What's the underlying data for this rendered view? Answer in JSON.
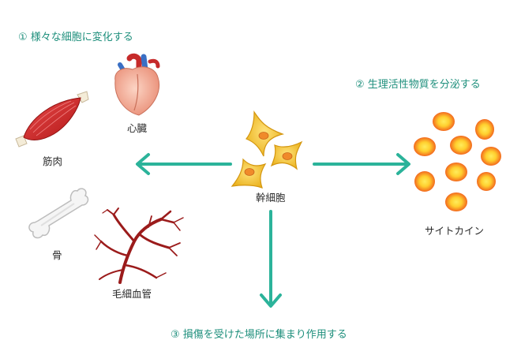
{
  "headings": {
    "differentiate": "① 様々な細胞に変化する",
    "secrete": "② 生理活性物質を分泌する",
    "migrate": "③ 損傷を受けた場所に集まり作用する"
  },
  "labels": {
    "stem_cell": "幹細胞",
    "heart": "心臓",
    "muscle": "筋肉",
    "bone": "骨",
    "capillary": "毛細血管",
    "cytokine": "サイトカイン"
  },
  "colors": {
    "arrow": "#2bb39a",
    "heading": "#1e8f7c",
    "stem_cell": "#f3c02a",
    "stem_nucleus": "#f08a2a",
    "cytokine_outer": "#f2631d",
    "cytokine_inner": "#ffe14a",
    "muscle": "#d42a2a",
    "heart": "#f2a08a",
    "vessel": "#9b1b1b",
    "bone": "#f3f3f3"
  },
  "icons": [
    "heart-icon",
    "muscle-icon",
    "bone-icon",
    "capillary-icon",
    "stem-cell-icon",
    "cytokine-icon"
  ]
}
